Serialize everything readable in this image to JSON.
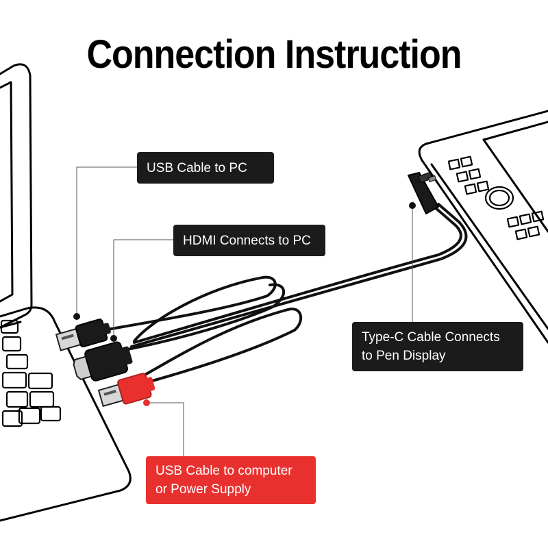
{
  "title": "Connection Instruction",
  "labels": {
    "usb_pc": "USB Cable to PC",
    "hdmi_pc": "HDMI Connects to PC",
    "typec_line1": "Type-C Cable Connects",
    "typec_line2": "to Pen Display",
    "usb_power_line1": "USB Cable to computer",
    "usb_power_line2": "or Power Supply"
  },
  "colors": {
    "label_dark": "#1b1b1b",
    "label_red": "#e8312f",
    "usb_power_connector": "#e8312f",
    "cable": "#111111"
  }
}
